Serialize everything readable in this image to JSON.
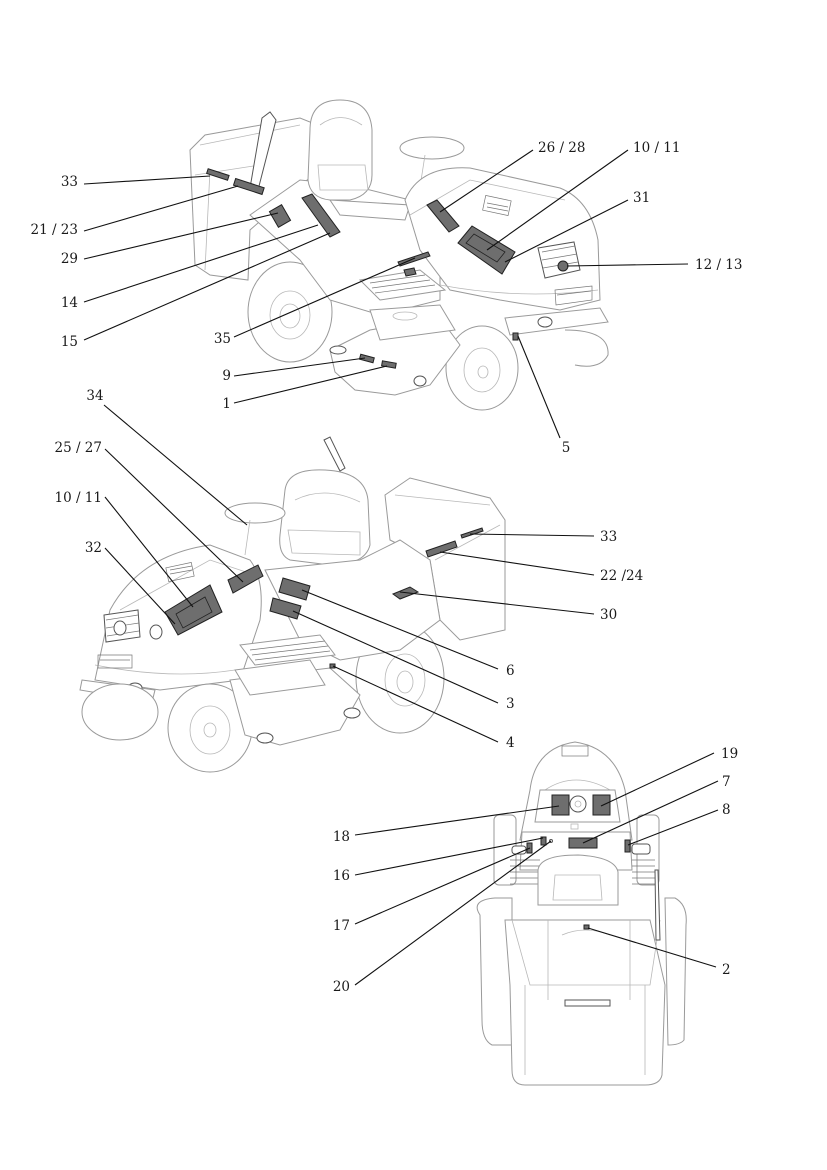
{
  "figure": {
    "title": "Decal placement diagram - ride-on lawn tractor",
    "views": [
      {
        "name": "right-front-view",
        "callouts": [
          {
            "id": "33",
            "label": "33"
          },
          {
            "id": "21-23",
            "label": "21 / 23"
          },
          {
            "id": "29",
            "label": "29"
          },
          {
            "id": "14",
            "label": "14"
          },
          {
            "id": "15",
            "label": "15"
          },
          {
            "id": "35",
            "label": "35"
          },
          {
            "id": "9",
            "label": "9"
          },
          {
            "id": "1",
            "label": "1"
          },
          {
            "id": "26-28",
            "label": "26 / 28"
          },
          {
            "id": "10-11",
            "label": "10 / 11"
          },
          {
            "id": "31",
            "label": "31"
          },
          {
            "id": "12-13",
            "label": "12 / 13"
          },
          {
            "id": "5",
            "label": "5"
          }
        ]
      },
      {
        "name": "left-front-view",
        "callouts": [
          {
            "id": "34",
            "label": "34"
          },
          {
            "id": "25-27",
            "label": "25 / 27"
          },
          {
            "id": "10-11",
            "label": "10 / 11"
          },
          {
            "id": "32",
            "label": "32"
          },
          {
            "id": "33",
            "label": "33"
          },
          {
            "id": "22-24",
            "label": "22 /24"
          },
          {
            "id": "30",
            "label": "30"
          },
          {
            "id": "6",
            "label": "6"
          },
          {
            "id": "3",
            "label": "3"
          },
          {
            "id": "4",
            "label": "4"
          }
        ]
      },
      {
        "name": "rear-top-view",
        "callouts": [
          {
            "id": "19",
            "label": "19"
          },
          {
            "id": "7",
            "label": "7"
          },
          {
            "id": "8",
            "label": "8"
          },
          {
            "id": "18",
            "label": "18"
          },
          {
            "id": "16",
            "label": "16"
          },
          {
            "id": "17",
            "label": "17"
          },
          {
            "id": "20",
            "label": "20"
          },
          {
            "id": "2",
            "label": "2"
          }
        ]
      }
    ]
  }
}
